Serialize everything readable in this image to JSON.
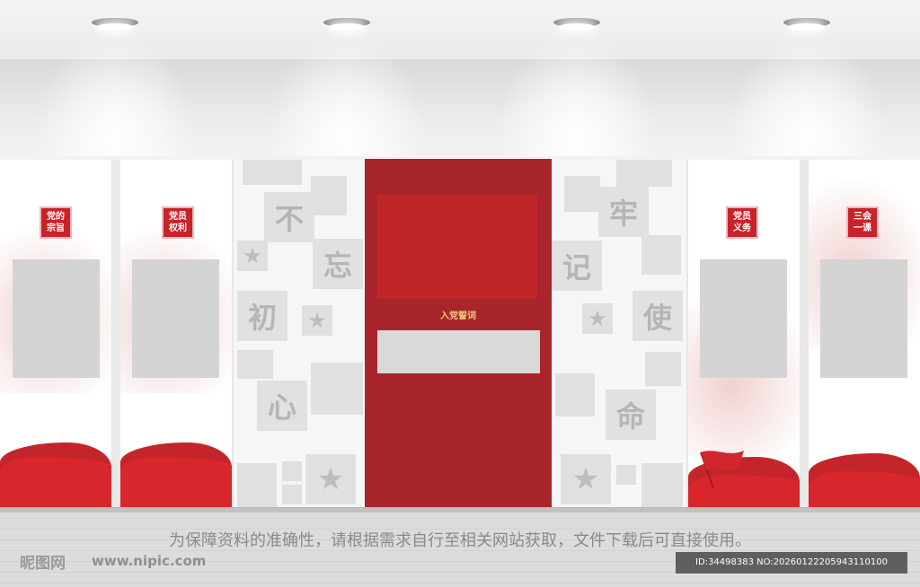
{
  "panels": {
    "badge1": [
      "党的",
      "宗旨"
    ],
    "badge2": [
      "党员",
      "权利"
    ],
    "badge3": [
      "党员",
      "义务"
    ],
    "badge4": [
      "三会",
      "一课"
    ]
  },
  "slogan_left": [
    "不",
    "忘",
    "初",
    "心"
  ],
  "slogan_right": [
    "牢",
    "记",
    "使",
    "命"
  ],
  "center": {
    "title": "入党誓词"
  },
  "watermark": {
    "notice": "为保障资料的准确性，请根据需求自行至相关网站获取，文件下载后可直接使用。",
    "logo": "昵图网",
    "site": "www.nipic.com",
    "id": "ID:34498383 NO:20260122205943110100"
  }
}
